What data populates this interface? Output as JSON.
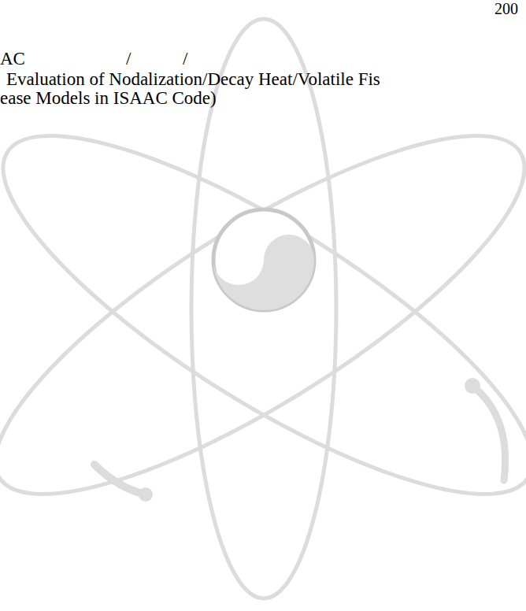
{
  "diagram": {
    "labels": [
      "200",
      "AC",
      "/",
      "/",
      "Evaluation of Nodalization/Decay Heat/Volatile Fis",
      "ease Models in ISAAC Code)"
    ]
  }
}
